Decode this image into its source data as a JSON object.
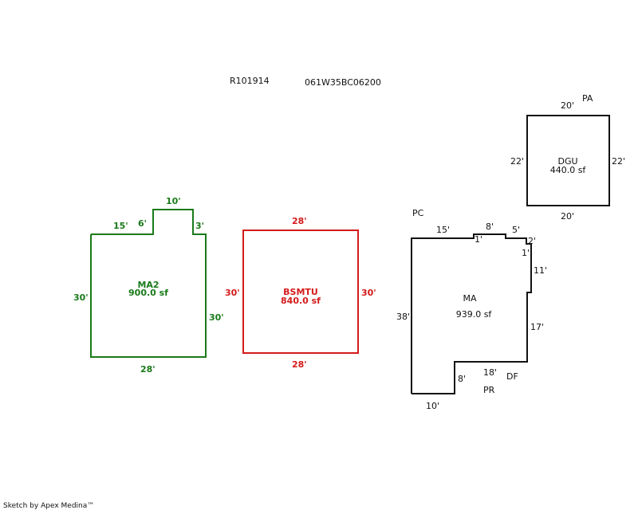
{
  "header": {
    "parcel_id": "R101914",
    "map_tax_lot": "061W35BC06200"
  },
  "colors": {
    "ma2": "#1a7a1a",
    "bsmtu": "#d41a1a",
    "ma": "#111111",
    "dgu": "#111111"
  },
  "ma2": {
    "name": "MA2",
    "area": "900.0 sf",
    "dims": {
      "top_left": "15'",
      "notch_left": "6'",
      "notch_top": "10'",
      "notch_right": "3'",
      "left": "30'",
      "right": "30'",
      "bottom": "28'"
    }
  },
  "bsmtu": {
    "name": "BSMTU",
    "area": "840.0 sf",
    "dims": {
      "top": "28'",
      "left": "30'",
      "right": "30'",
      "bottom": "28'"
    }
  },
  "ma": {
    "name": "MA",
    "area": "939.0 sf",
    "dims": {
      "top_left": "15'",
      "step1": "1'",
      "top_mid": "8'",
      "top_right": "5'",
      "step2": "2'",
      "step3": "1'",
      "right_upper": "11'",
      "right_lower": "17'",
      "inner_horiz": "18'",
      "inner_vert": "8'",
      "left": "38'",
      "bottom": "10'"
    },
    "adjacent": {
      "pc": "PC",
      "df": "DF",
      "pr": "PR"
    }
  },
  "dgu": {
    "name": "DGU",
    "area": "440.0 sf",
    "dims": {
      "top": "20'",
      "left": "22'",
      "right": "22'",
      "bottom": "20'"
    },
    "adjacent": {
      "pa": "PA"
    }
  },
  "footer": {
    "credit": "Sketch by Apex Medina™"
  }
}
